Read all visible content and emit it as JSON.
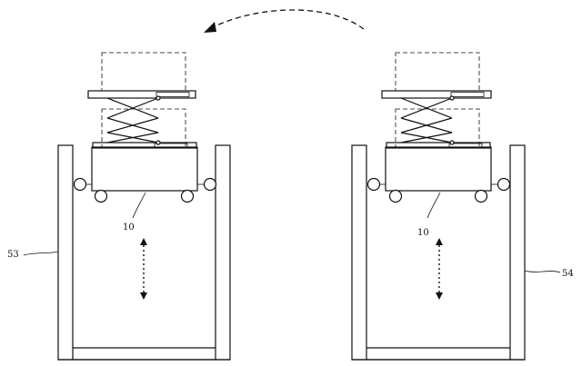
{
  "labels": {
    "left_rack": "53",
    "right_rack": "54",
    "left_vehicle": "10",
    "right_vehicle": "10"
  },
  "colors": {
    "line": "#111111",
    "background": "#ffffff"
  },
  "icons": {
    "transfer_arrow": "curved-dashed-arrow-icon",
    "motion_arrow": "vertical-double-arrow-icon"
  }
}
